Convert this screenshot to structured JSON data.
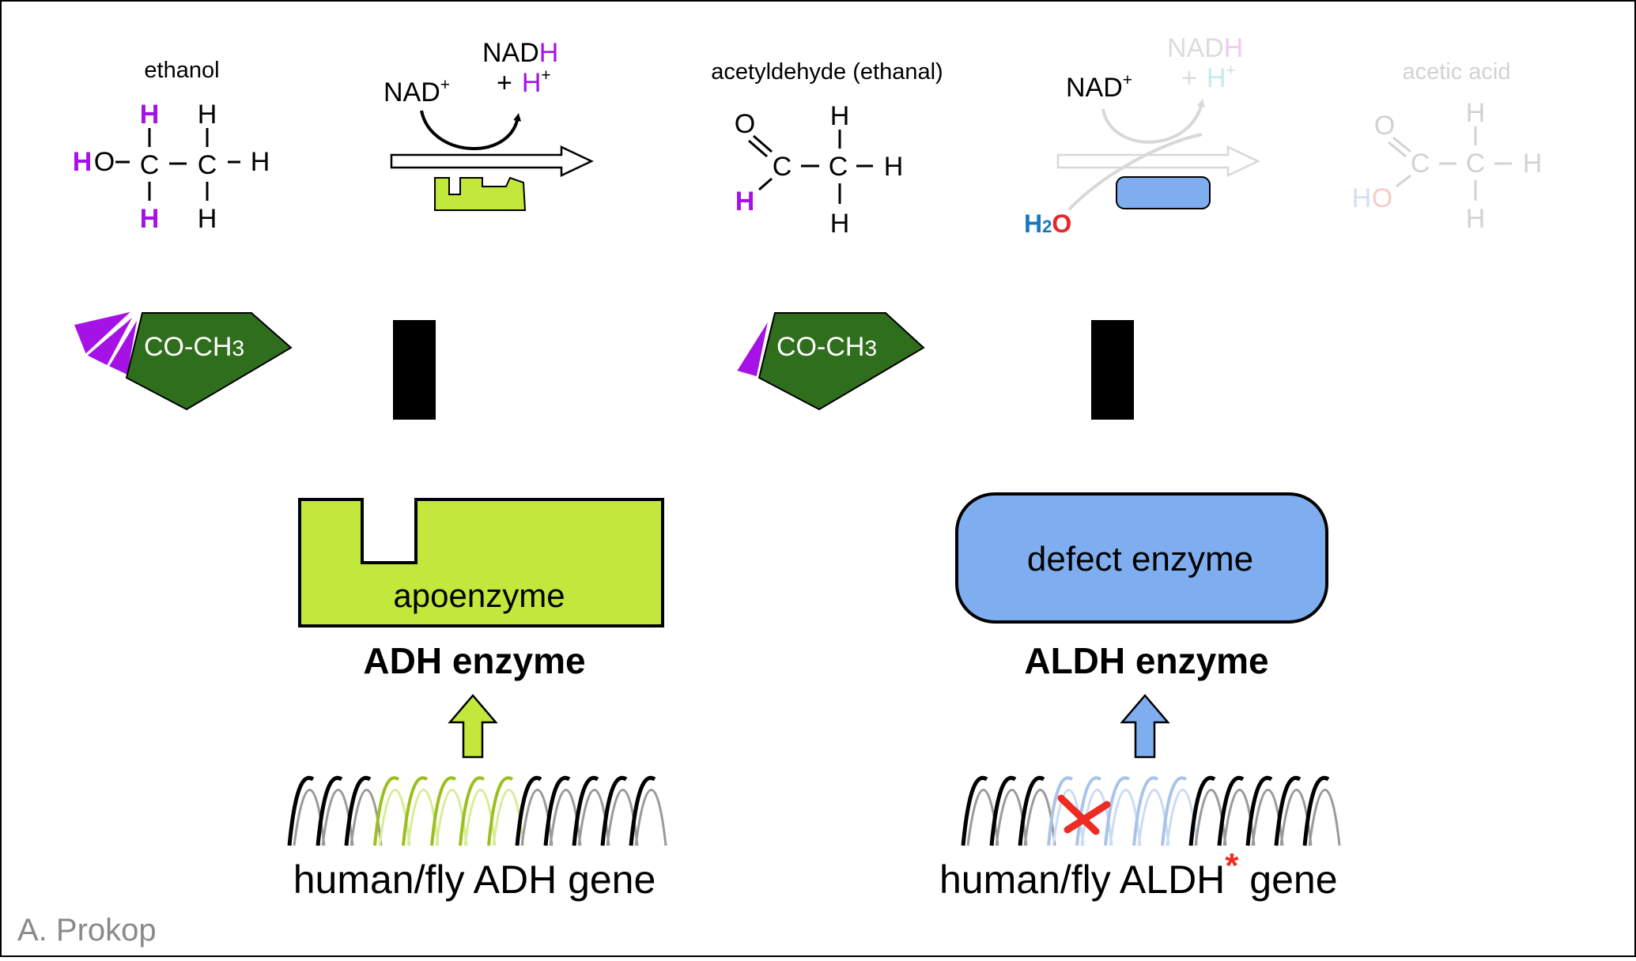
{
  "colors": {
    "hydrogen_highlight": "#a512e6",
    "adh_green": "#c2e83c",
    "aldh_blue": "#7eaeef",
    "coenzyme_green": "#2f6e1c",
    "water_h": "#1777bc",
    "water_o": "#e8262a",
    "mutation_red": "#ee2b22",
    "faded": "#d2d2d2",
    "credit_gray": "#8a8a8a"
  },
  "molecules": {
    "ethanol": {
      "name": "ethanol",
      "H_top_highlight": "H",
      "H_top": "H",
      "HO_H": "H",
      "HO_O": "O",
      "C1": "C",
      "C2": "C",
      "H_right": "H",
      "H_bottom_highlight": "H",
      "H_bottom": "H"
    },
    "acetaldehyde": {
      "name": "acetyldehyde (ethanal)",
      "O": "O",
      "C1": "C",
      "C2": "C",
      "H_ald": "H",
      "H_top": "H",
      "H_right": "H",
      "H_bottom": "H"
    },
    "acetic_acid": {
      "name": "acetic acid",
      "O": "O",
      "C1": "C",
      "C2": "C",
      "HO_H": "H",
      "HO_O": "O",
      "H_top": "H",
      "H_right": "H",
      "H_bottom": "H"
    }
  },
  "reaction1": {
    "nad": "NAD",
    "nad_charge": "+",
    "nadh_base": "NAD",
    "nadh_h": "H",
    "plus": "+",
    "proton": "H",
    "proton_charge": "+"
  },
  "reaction2": {
    "nad": "NAD",
    "nad_charge": "+",
    "nadh_base": "NAD",
    "nadh_h": "H",
    "plus": "+",
    "proton": "H",
    "proton_charge": "+",
    "water_h": "H",
    "water_sub": "2",
    "water_o": "O"
  },
  "coenzymes": {
    "left_label": "CO-CH",
    "left_sub": "3",
    "right_label": "CO-CH",
    "right_sub": "3"
  },
  "adh": {
    "apoenzyme_label": "apoenzyme",
    "enzyme_title": "ADH enzyme",
    "gene_label": "human/fly ADH gene"
  },
  "aldh": {
    "defect_label": "defect enzyme",
    "enzyme_title": "ALDH enzyme",
    "gene_label_pre": "human/fly ALDH",
    "gene_asterisk": "*",
    "gene_label_post": " gene"
  },
  "credit": "A. Prokop"
}
